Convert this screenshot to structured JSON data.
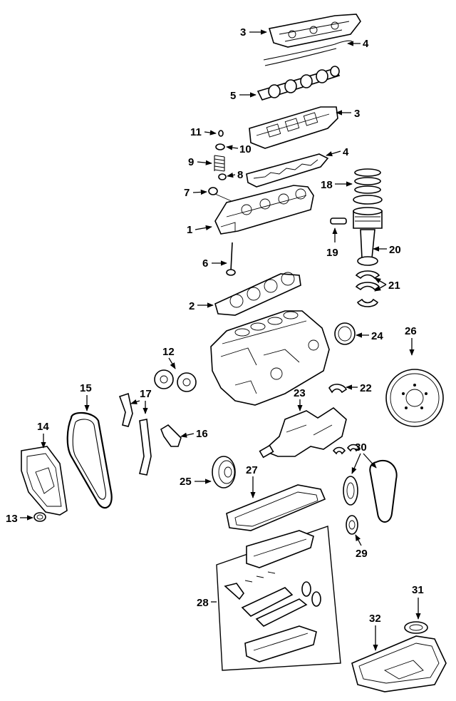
{
  "diagram": {
    "background": "#ffffff",
    "ink": "#000000",
    "callouts": {
      "c1": "1",
      "c2": "2",
      "c3a": "3",
      "c3b": "3",
      "c4a": "4",
      "c4b": "4",
      "c5": "5",
      "c6": "6",
      "c7": "7",
      "c8": "8",
      "c9": "9",
      "c10": "10",
      "c11": "11",
      "c12": "12",
      "c13": "13",
      "c14": "14",
      "c15": "15",
      "c16": "16",
      "c17": "17",
      "c18": "18",
      "c19": "19",
      "c20": "20",
      "c21": "21",
      "c22": "22",
      "c23": "23",
      "c24": "24",
      "c25": "25",
      "c26": "26",
      "c27": "27",
      "c28": "28",
      "c29": "29",
      "c30": "30",
      "c31": "31",
      "c32": "32"
    }
  }
}
